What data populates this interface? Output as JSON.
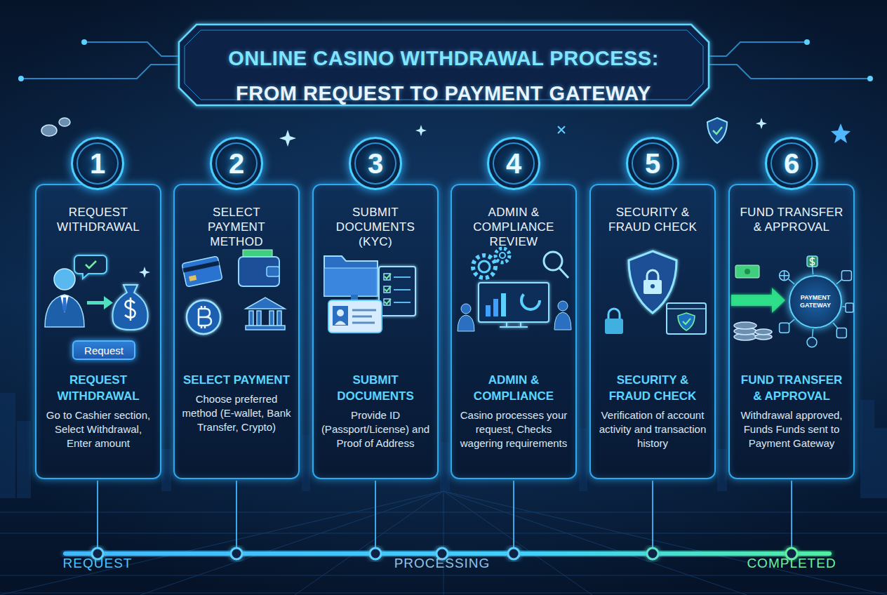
{
  "diagram": {
    "title": "ONLINE CASINO WITHDRAWAL PROCESS: FROM REQUEST TO PAYMENT GATEWAY",
    "nodes": [
      {
        "text": [
          "1"
        ]
      },
      {
        "text": [
          "2"
        ]
      },
      {
        "text": [
          "3"
        ]
      },
      {
        "text": [
          "4"
        ]
      },
      {
        "text": [
          "5"
        ]
      },
      {
        "text": [
          "6"
        ]
      },
      {
        "text": [
          "REQUEST WITHDRAWAL",
          "REQUEST WITHDRAWAL",
          "Go to Cashier section, Select Withdrawal, Enter amount"
        ]
      },
      {
        "text": [
          "Request"
        ],
        "in": 6
      },
      {
        "text": [
          "SELECT PAYMENT METHOD",
          "SELECT PAYMENT",
          "Choose preferred method (E-wallet, Bank Transfer, Crypto)"
        ]
      },
      {
        "text": [
          "SUBMIT DOCUMENTS (KYC)",
          "SUBMIT DOCUMENTS",
          "Provide ID (Passport/License) and Proof of Address"
        ]
      },
      {
        "text": [
          "ADMIN & COMPLIANCE REVIEW",
          "ADMIN & COMPLIANCE",
          "Casino processes your request, Checks wagering requirements"
        ]
      },
      {
        "text": [
          "SECURITY & FRAUD CHECK",
          "SECURITY & FRAUD CHECK",
          "Verification of account activity and transaction history"
        ]
      },
      {
        "text": [
          "FUND TRANSFER & APPROVAL",
          "FUND TRANSFER & APPROVAL",
          "Withdrawal approved, Funds Funds sent to Payment Gateway"
        ]
      },
      {
        "text": [
          "PAYMENT GATEWAY"
        ],
        "in": 12
      }
    ],
    "edges": [
      {
        "from": 0,
        "to": 1,
        "arrow": "to"
      },
      {
        "from": 1,
        "to": 2,
        "arrow": "to"
      },
      {
        "from": 2,
        "to": 3,
        "arrow": "to"
      },
      {
        "from": 3,
        "to": 4,
        "arrow": "to"
      },
      {
        "from": 4,
        "to": 5,
        "arrow": "to"
      }
    ],
    "labels": [
      "REQUEST",
      "PROCESSING",
      "COMPLETED"
    ]
  }
}
